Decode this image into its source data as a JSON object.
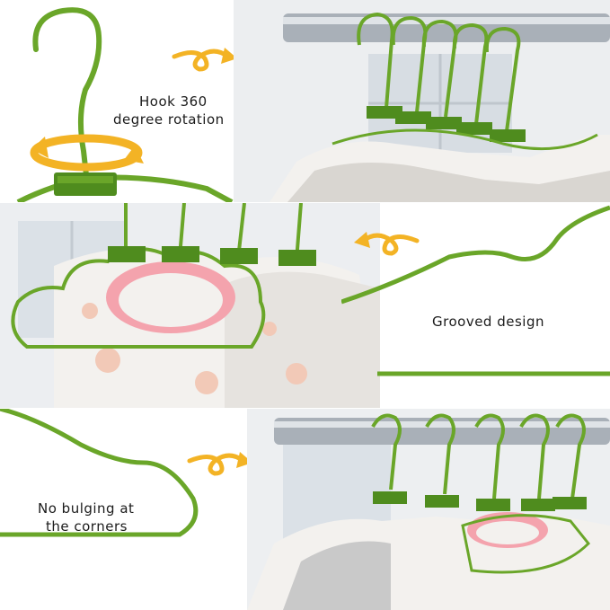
{
  "captions": {
    "hook_line1": "Hook 360",
    "hook_line2": "degree rotation",
    "grooved": "Grooved design",
    "bulge_line1": "No bulging at",
    "bulge_line2": "the corners"
  },
  "colors": {
    "hanger_green": "#6aa629",
    "hanger_dark": "#3f7a17",
    "arrow_yellow": "#f3b325",
    "rail_steel": "#a9b0b8",
    "shirt_pink": "#f4a3ad",
    "fabric_white": "#f3f1ee",
    "fabric_grey": "#c9c9c9"
  },
  "icons": [
    "rotation-arrow-icon",
    "curly-arrow-icon"
  ]
}
